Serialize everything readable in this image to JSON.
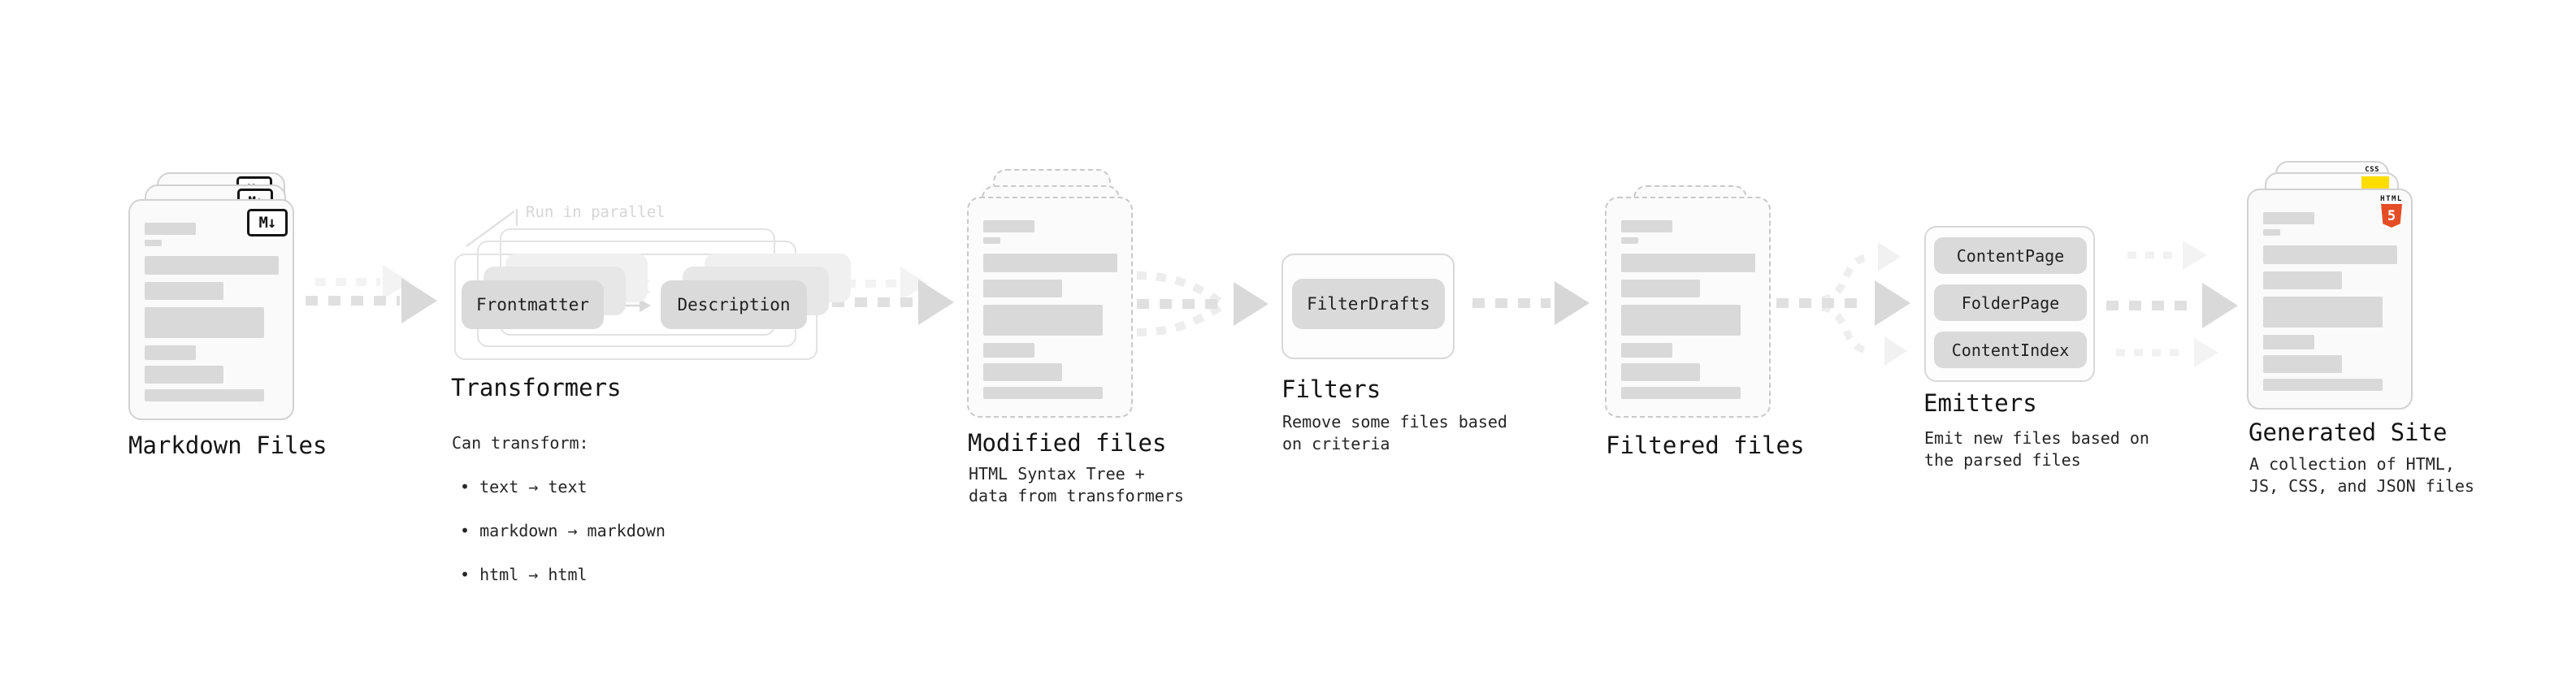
{
  "colors": {
    "background": "#ffffff",
    "card_bg": "#fafafa",
    "card_border": "#d2d2d2",
    "placeholder_bar": "#d9d9d9",
    "button_bg": "#dadada",
    "text": "#1a1a1a",
    "annotation_muted": "#d5d5d5",
    "arrow_main": "#dcdcdc",
    "arrow_ghost": "#f3f3f3",
    "html5_orange": "#e44d26",
    "js_yellow": "#ffdd00",
    "css_blue": "#2965f1"
  },
  "pipeline": {
    "markdown_files": {
      "label": "Markdown Files",
      "badge": "M↓"
    },
    "transformers": {
      "label": "Transformers",
      "annotation": "Run in parallel",
      "steps": [
        "Frontmatter",
        "Description"
      ],
      "note_title": "Can transform:",
      "note_bullets": [
        "• text → text",
        "• markdown → markdown",
        "• html → html"
      ]
    },
    "modified_files": {
      "label": "Modified files",
      "note": "HTML Syntax Tree +\ndata from transformers"
    },
    "filters": {
      "label": "Filters",
      "steps": [
        "FilterDrafts"
      ],
      "note": "Remove some files based\non criteria"
    },
    "filtered_files": {
      "label": "Filtered files"
    },
    "emitters": {
      "label": "Emitters",
      "steps": [
        "ContentPage",
        "FolderPage",
        "ContentIndex"
      ],
      "note": "Emit new files based on\nthe parsed files"
    },
    "generated_site": {
      "label": "Generated Site",
      "note": "A collection of HTML,\nJS, CSS, and JSON files",
      "badges": {
        "html": "HTML",
        "five": "5",
        "css": "CSS"
      }
    }
  }
}
